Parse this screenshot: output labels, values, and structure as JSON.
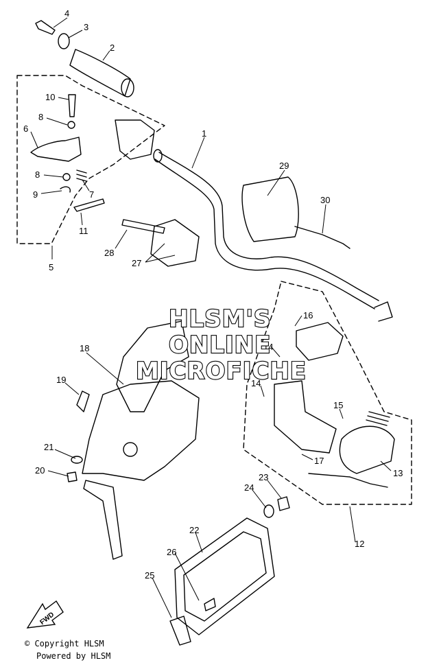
{
  "callouts": [
    {
      "id": "4",
      "label": "4"
    },
    {
      "id": "3",
      "label": "3"
    },
    {
      "id": "2",
      "label": "2"
    },
    {
      "id": "10",
      "label": "10"
    },
    {
      "id": "8a",
      "label": "8"
    },
    {
      "id": "6",
      "label": "6"
    },
    {
      "id": "8b",
      "label": "8"
    },
    {
      "id": "9",
      "label": "9"
    },
    {
      "id": "7",
      "label": "7"
    },
    {
      "id": "11",
      "label": "11"
    },
    {
      "id": "5",
      "label": "5"
    },
    {
      "id": "1",
      "label": "1"
    },
    {
      "id": "29",
      "label": "29"
    },
    {
      "id": "30",
      "label": "30"
    },
    {
      "id": "28",
      "label": "28"
    },
    {
      "id": "27",
      "label": "27"
    },
    {
      "id": "18",
      "label": "18"
    },
    {
      "id": "19",
      "label": "19"
    },
    {
      "id": "21",
      "label": "21"
    },
    {
      "id": "20",
      "label": "20"
    },
    {
      "id": "16",
      "label": "16"
    },
    {
      "id": "14a",
      "label": "14"
    },
    {
      "id": "14b",
      "label": "14"
    },
    {
      "id": "15",
      "label": "15"
    },
    {
      "id": "17",
      "label": "17"
    },
    {
      "id": "13",
      "label": "13"
    },
    {
      "id": "23",
      "label": "23"
    },
    {
      "id": "24",
      "label": "24"
    },
    {
      "id": "12",
      "label": "12"
    },
    {
      "id": "22",
      "label": "22"
    },
    {
      "id": "26",
      "label": "26"
    },
    {
      "id": "25",
      "label": "25"
    }
  ],
  "watermark": {
    "line1": "HLSM'S",
    "line2": "ONLINE",
    "line3": "MICROFICHE"
  },
  "fwd_label": "FWD",
  "footer": {
    "copyright": "© Copyright HLSM",
    "powered": "Powered by HLSM"
  }
}
